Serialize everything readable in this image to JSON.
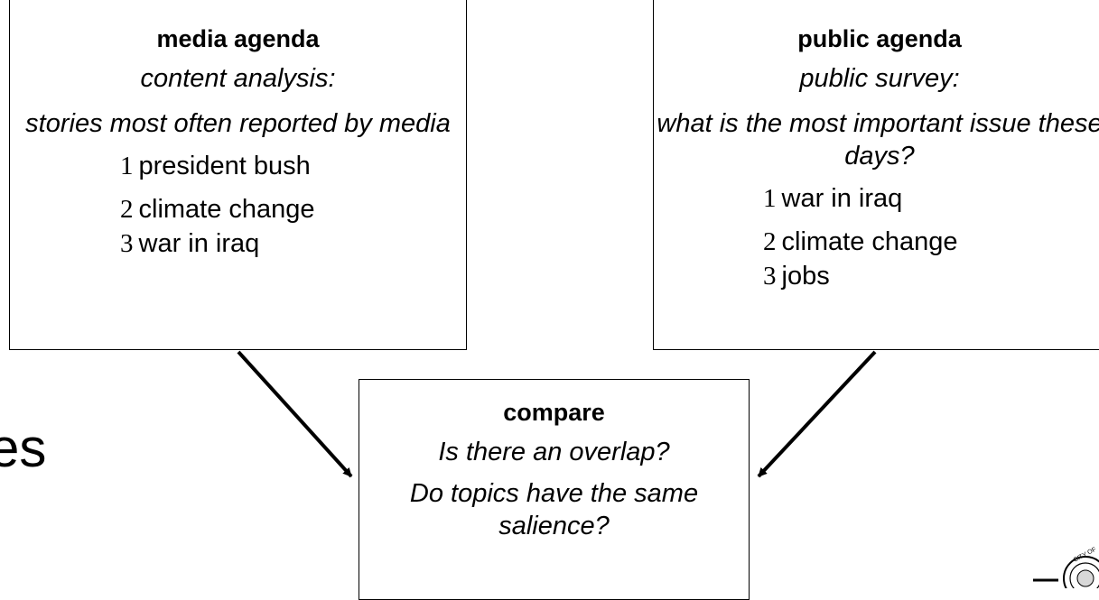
{
  "slide_text": "es",
  "media": {
    "title": "media agenda",
    "method": "content analysis:",
    "description": "stories most often reported by media",
    "items": [
      {
        "rank": "1",
        "label": "president bush"
      },
      {
        "rank": "2",
        "label": "climate change"
      },
      {
        "rank": "3",
        "label": "war in iraq"
      }
    ]
  },
  "public": {
    "title": "public agenda",
    "method": "public survey:",
    "description": "what is the most important issue these days?",
    "items": [
      {
        "rank": "1",
        "label": "war in iraq"
      },
      {
        "rank": "2",
        "label": "climate change"
      },
      {
        "rank": "3",
        "label": "jobs"
      }
    ]
  },
  "compare": {
    "title": "compare",
    "question1": "Is there an overlap?",
    "question2": "Do topics have the same salience?"
  },
  "logo": {
    "icon": "university-seal-icon",
    "seal_text": "CITY OF"
  }
}
